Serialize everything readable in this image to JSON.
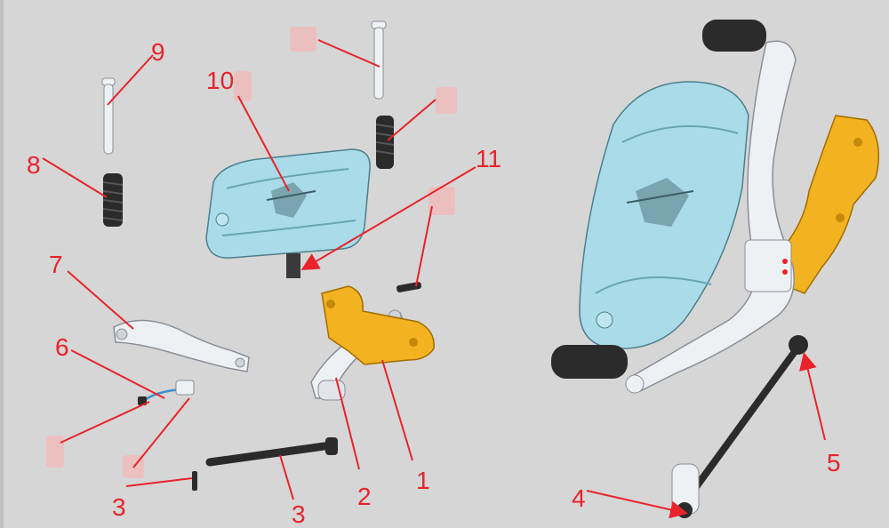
{
  "colors": {
    "background": "#d6d6d6",
    "annotation_red": "#e8232a",
    "footboard_blue": "#a9dbe8",
    "bracket_orange": "#f3b21f",
    "metal_white": "#eef1f4",
    "rubber_black": "#2b2b2b",
    "blur_pink": "#f1bcbc"
  },
  "labels": [
    {
      "id": "1",
      "text": "1"
    },
    {
      "id": "2",
      "text": "2"
    },
    {
      "id": "3a",
      "text": "3"
    },
    {
      "id": "3b",
      "text": "3"
    },
    {
      "id": "4",
      "text": "4"
    },
    {
      "id": "5",
      "text": "5"
    },
    {
      "id": "6",
      "text": "6"
    },
    {
      "id": "7",
      "text": "7"
    },
    {
      "id": "8",
      "text": "8"
    },
    {
      "id": "9",
      "text": "9"
    },
    {
      "id": "10",
      "text": "10"
    },
    {
      "id": "11",
      "text": "11"
    }
  ]
}
